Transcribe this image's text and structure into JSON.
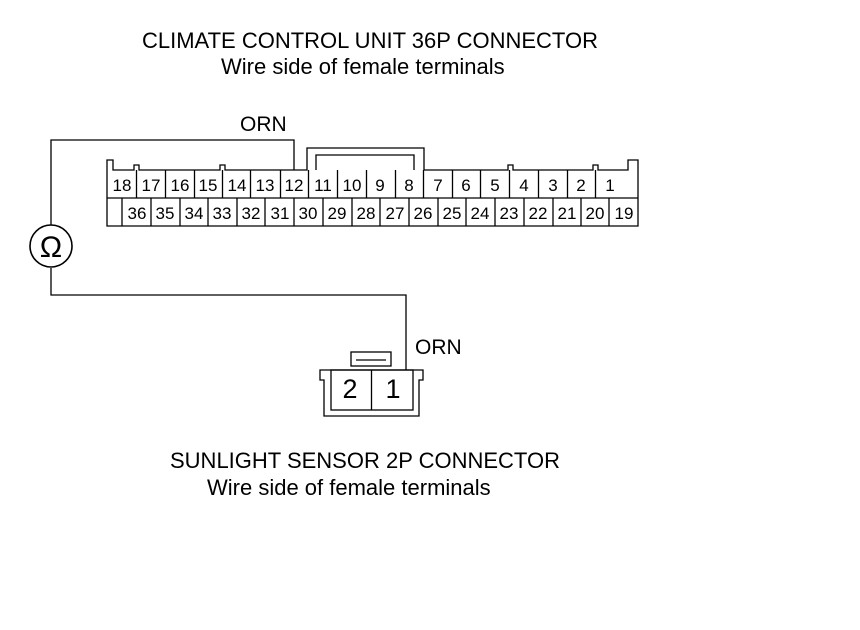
{
  "top_connector": {
    "title": "CLIMATE CONTROL UNIT 36P CONNECTOR",
    "subtitle": "Wire side of female terminals",
    "row1_pins": [
      "18",
      "17",
      "16",
      "15",
      "14",
      "13",
      "12",
      "11",
      "10",
      "9",
      "8",
      "7",
      "6",
      "5",
      "4",
      "3",
      "2",
      "1"
    ],
    "row2_pins": [
      "36",
      "35",
      "34",
      "33",
      "32",
      "31",
      "30",
      "29",
      "28",
      "27",
      "26",
      "25",
      "24",
      "23",
      "22",
      "21",
      "20",
      "19"
    ],
    "wire_color": "ORN",
    "probed_pin": "12"
  },
  "meter": {
    "symbol": "Ω",
    "icon": "ohmmeter-icon"
  },
  "bottom_connector": {
    "title": "SUNLIGHT SENSOR 2P CONNECTOR",
    "subtitle": "Wire side of female terminals",
    "pins": [
      "2",
      "1"
    ],
    "wire_color": "ORN",
    "probed_pin": "1"
  }
}
